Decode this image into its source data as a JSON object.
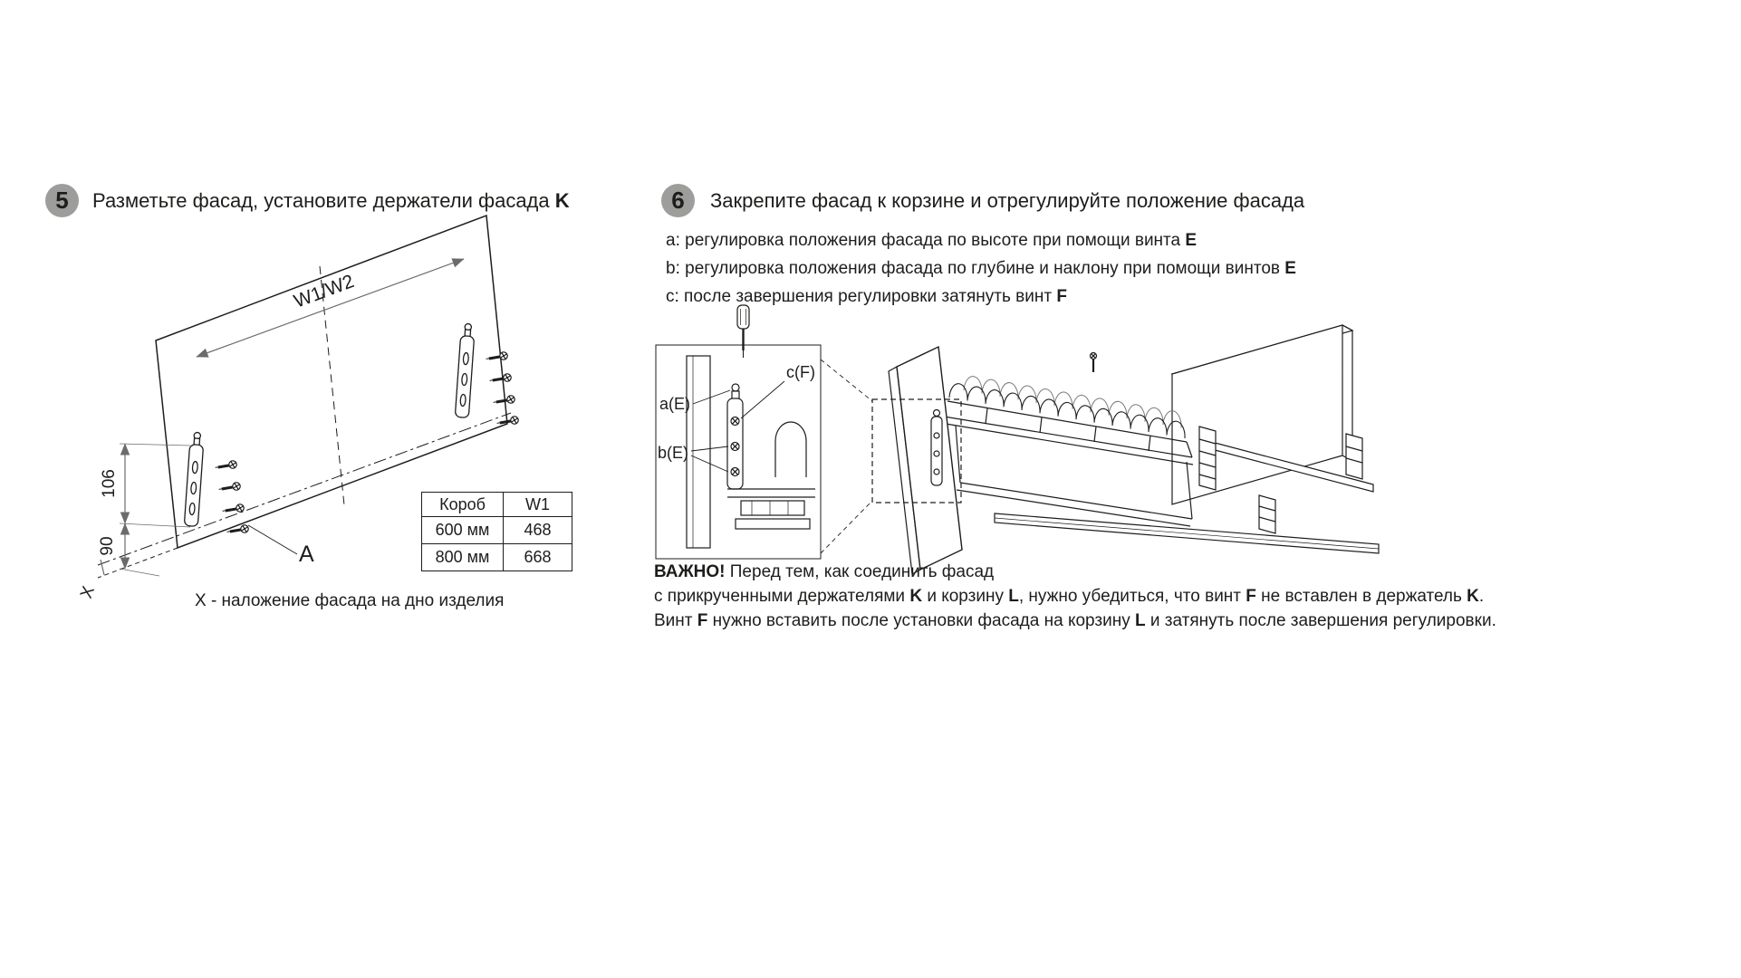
{
  "meta": {
    "ink": "#1d1d1b",
    "dim_gray": "#6b6b6a",
    "badge_gray": "#9d9d9c"
  },
  "step5": {
    "badge": "5",
    "title": [
      {
        "t": "Разметьте фасад, установите держатели фасада "
      },
      {
        "t": "K",
        "b": true
      }
    ],
    "labels": {
      "w": "W1/W2",
      "d106": "106",
      "d90": "90",
      "a": "A",
      "x": "X"
    },
    "table": {
      "col1": "Короб",
      "col2": "W1",
      "rows": [
        {
          "c1": "600 мм",
          "c2": "468"
        },
        {
          "c1": "800 мм",
          "c2": "668"
        }
      ]
    },
    "caption": "X - наложение фасада на дно изделия"
  },
  "step6": {
    "badge": "6",
    "title": [
      {
        "t": "Закрепите фасад к корзине и отрегулируйте положение фасада"
      }
    ],
    "notes": [
      [
        {
          "t": "a: регулировка положения фасада по высоте при помощи винта "
        },
        {
          "t": "E",
          "b": true
        }
      ],
      [
        {
          "t": "b: регулировка положения фасада по глубине и наклону при помощи винтов "
        },
        {
          "t": "E",
          "b": true
        }
      ],
      [
        {
          "t": "c: после завершения регулировки затянуть винт "
        },
        {
          "t": "F",
          "b": true
        }
      ]
    ],
    "labels": {
      "aE": "a(E)",
      "bE": "b(E)",
      "cF": "c(F)"
    },
    "important": [
      [
        {
          "t": "ВАЖНО!",
          "b": true
        },
        {
          "t": " Перед тем, как соединить фасад"
        }
      ],
      [
        {
          "t": "с прикрученными держателями "
        },
        {
          "t": "K",
          "b": true
        },
        {
          "t": " и корзину "
        },
        {
          "t": "L",
          "b": true
        },
        {
          "t": ", нужно убедиться, что винт "
        },
        {
          "t": "F",
          "b": true
        },
        {
          "t": " не вставлен в держатель "
        },
        {
          "t": "K",
          "b": true
        },
        {
          "t": "."
        }
      ],
      [
        {
          "t": "Винт "
        },
        {
          "t": "F",
          "b": true
        },
        {
          "t": " нужно вставить после установки фасада на корзину "
        },
        {
          "t": "L",
          "b": true
        },
        {
          "t": " и затянуть после завершения регулировки."
        }
      ]
    ]
  }
}
